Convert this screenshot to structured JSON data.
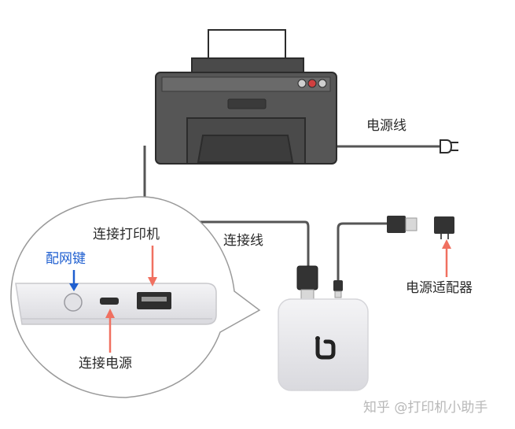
{
  "labels": {
    "power_cord": "电源线",
    "connect_cable": "连接线",
    "connect_printer": "连接打印机",
    "pair_key": "配网键",
    "connect_power": "连接电源",
    "power_adapter": "电源适配器",
    "watermark": "知乎 @打印机小助手"
  },
  "colors": {
    "arrow_red": "#f07060",
    "arrow_blue": "#1f5fd0",
    "printer_body": "#565656",
    "printer_outline": "#2c2c2c",
    "cable": "#555555"
  }
}
